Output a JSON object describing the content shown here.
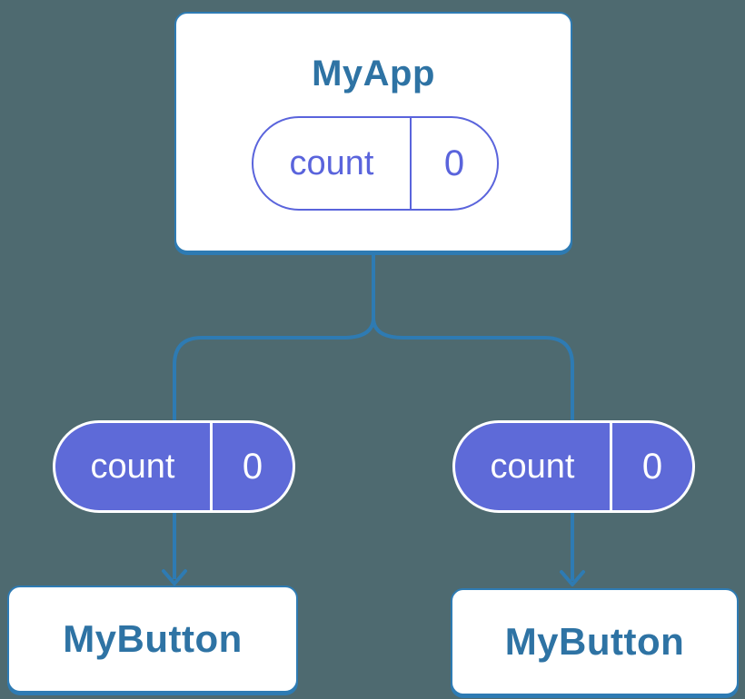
{
  "colors": {
    "background": "#4e6a70",
    "connector_blue": "#2e7bb3",
    "node_border_blue": "#2e7bb3",
    "node_text_blue": "#2e73a4",
    "pill_fill_purple": "#5e6ad8",
    "pill_outline_purple": "#5a64dc",
    "pill_text_white": "#ffffff"
  },
  "tree": {
    "root": {
      "title": "MyApp",
      "state": {
        "name": "count",
        "value": "0"
      }
    },
    "children": [
      {
        "title": "MyButton",
        "state": {
          "name": "count",
          "value": "0"
        }
      },
      {
        "title": "MyButton",
        "state": {
          "name": "count",
          "value": "0"
        }
      }
    ]
  }
}
